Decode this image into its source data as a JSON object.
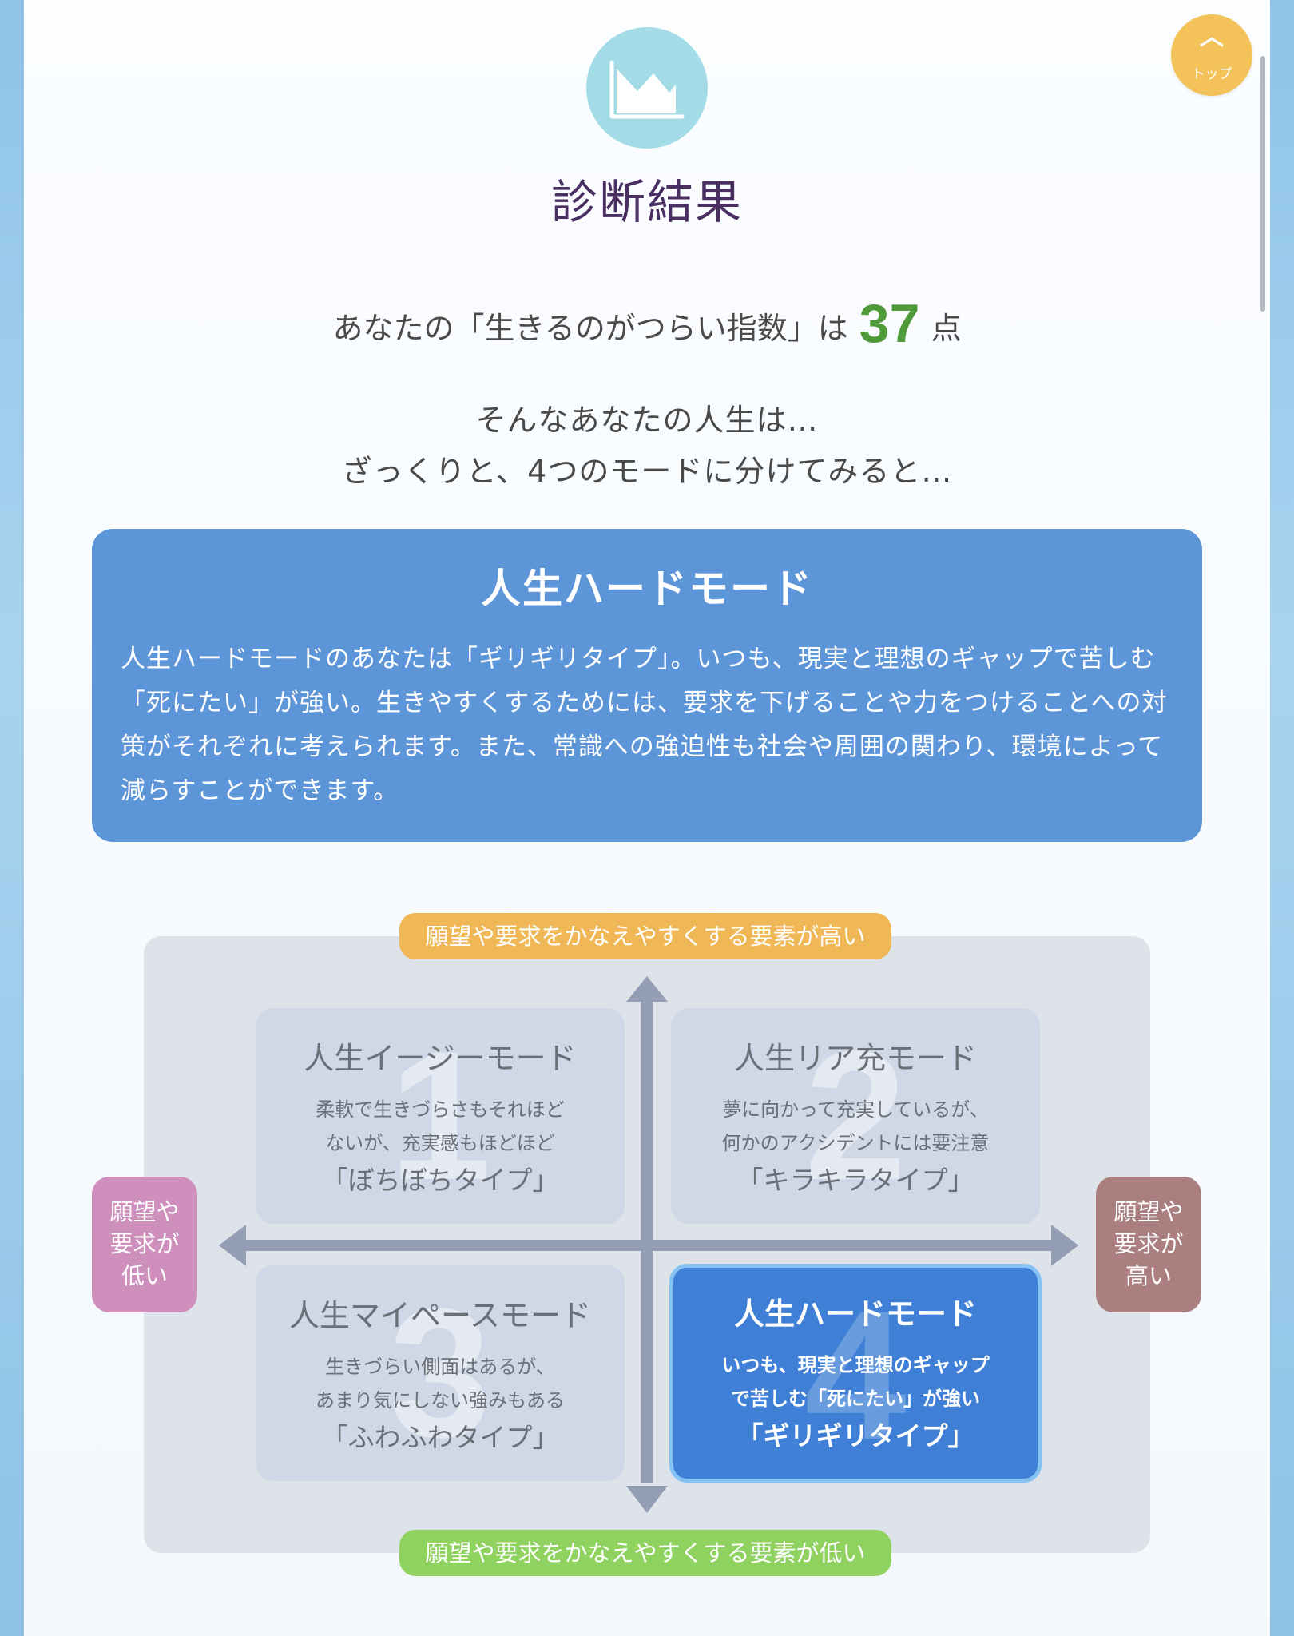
{
  "top_button": {
    "label": "トップ"
  },
  "header": {
    "title": "診断結果",
    "icon": "area-chart-icon"
  },
  "score": {
    "prefix": "あなたの「生きるのがつらい指数」は",
    "value": "37",
    "unit": "点"
  },
  "intro": {
    "line1": "そんなあなたの人生は…",
    "line2": "ざっくりと、4つのモードに分けてみると…"
  },
  "result": {
    "title": "人生ハードモード",
    "description": "人生ハードモードのあなたは「ギリギリタイプ」。いつも、現実と理想のギャップで苦しむ「死にたい」が強い。生きやすくするためには、要求を下げることや力をつけることへの対策がそれぞれに考えられます。また、常識への強迫性も社会や周囲の関わり、環境によって減らすことができます。"
  },
  "matrix": {
    "axis_top": "願望や要求をかなえやすくする要素が高い",
    "axis_bottom": "願望や要求をかなえやすくする要素が低い",
    "axis_left": [
      "願望や",
      "要求が",
      "低い"
    ],
    "axis_right": [
      "願望や",
      "要求が",
      "高い"
    ],
    "quadrants": [
      {
        "num": "1",
        "title": "人生イージーモード",
        "desc1": "柔軟で生きづらさもそれほど",
        "desc2": "ないが、充実感もほどほど",
        "type": "「ぼちぼちタイプ」"
      },
      {
        "num": "2",
        "title": "人生リア充モード",
        "desc1": "夢に向かって充実しているが、",
        "desc2": "何かのアクシデントには要注意",
        "type": "「キラキラタイプ」"
      },
      {
        "num": "3",
        "title": "人生マイペースモード",
        "desc1": "生きづらい側面はあるが、",
        "desc2": "あまり気にしない強みもある",
        "type": "「ふわふわタイプ」"
      },
      {
        "num": "4",
        "title": "人生ハードモード",
        "desc1": "いつも、現実と理想のギャップ",
        "desc2": "で苦しむ「死にたい」が強い",
        "type": "「ギリギリタイプ」"
      }
    ],
    "highlighted_quadrant": "4"
  },
  "colors": {
    "title": "#4a2f63",
    "score": "#4f9a39",
    "result_box": "#5d95d9",
    "highlight": "#3f80d6",
    "pill_top": "#f0b756",
    "pill_bottom": "#8fd260",
    "side_left": "#cf8fbd",
    "side_right": "#ab7f80",
    "top_button": "#f3c35a"
  }
}
